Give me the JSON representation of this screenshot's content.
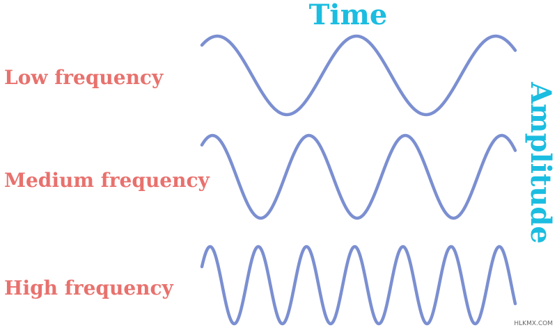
{
  "title": "Time",
  "amplitude_label": "Amplitude",
  "watermark": "HLKMX.COM",
  "colors": {
    "title": "#1bbde0",
    "labels": "#e8716d",
    "wave": "#7b8fd1"
  },
  "waves": [
    {
      "label": "Low frequency",
      "cycles": 2.25
    },
    {
      "label": "Medium frequency",
      "cycles": 3.25
    },
    {
      "label": "High frequency",
      "cycles": 6.5
    }
  ]
}
